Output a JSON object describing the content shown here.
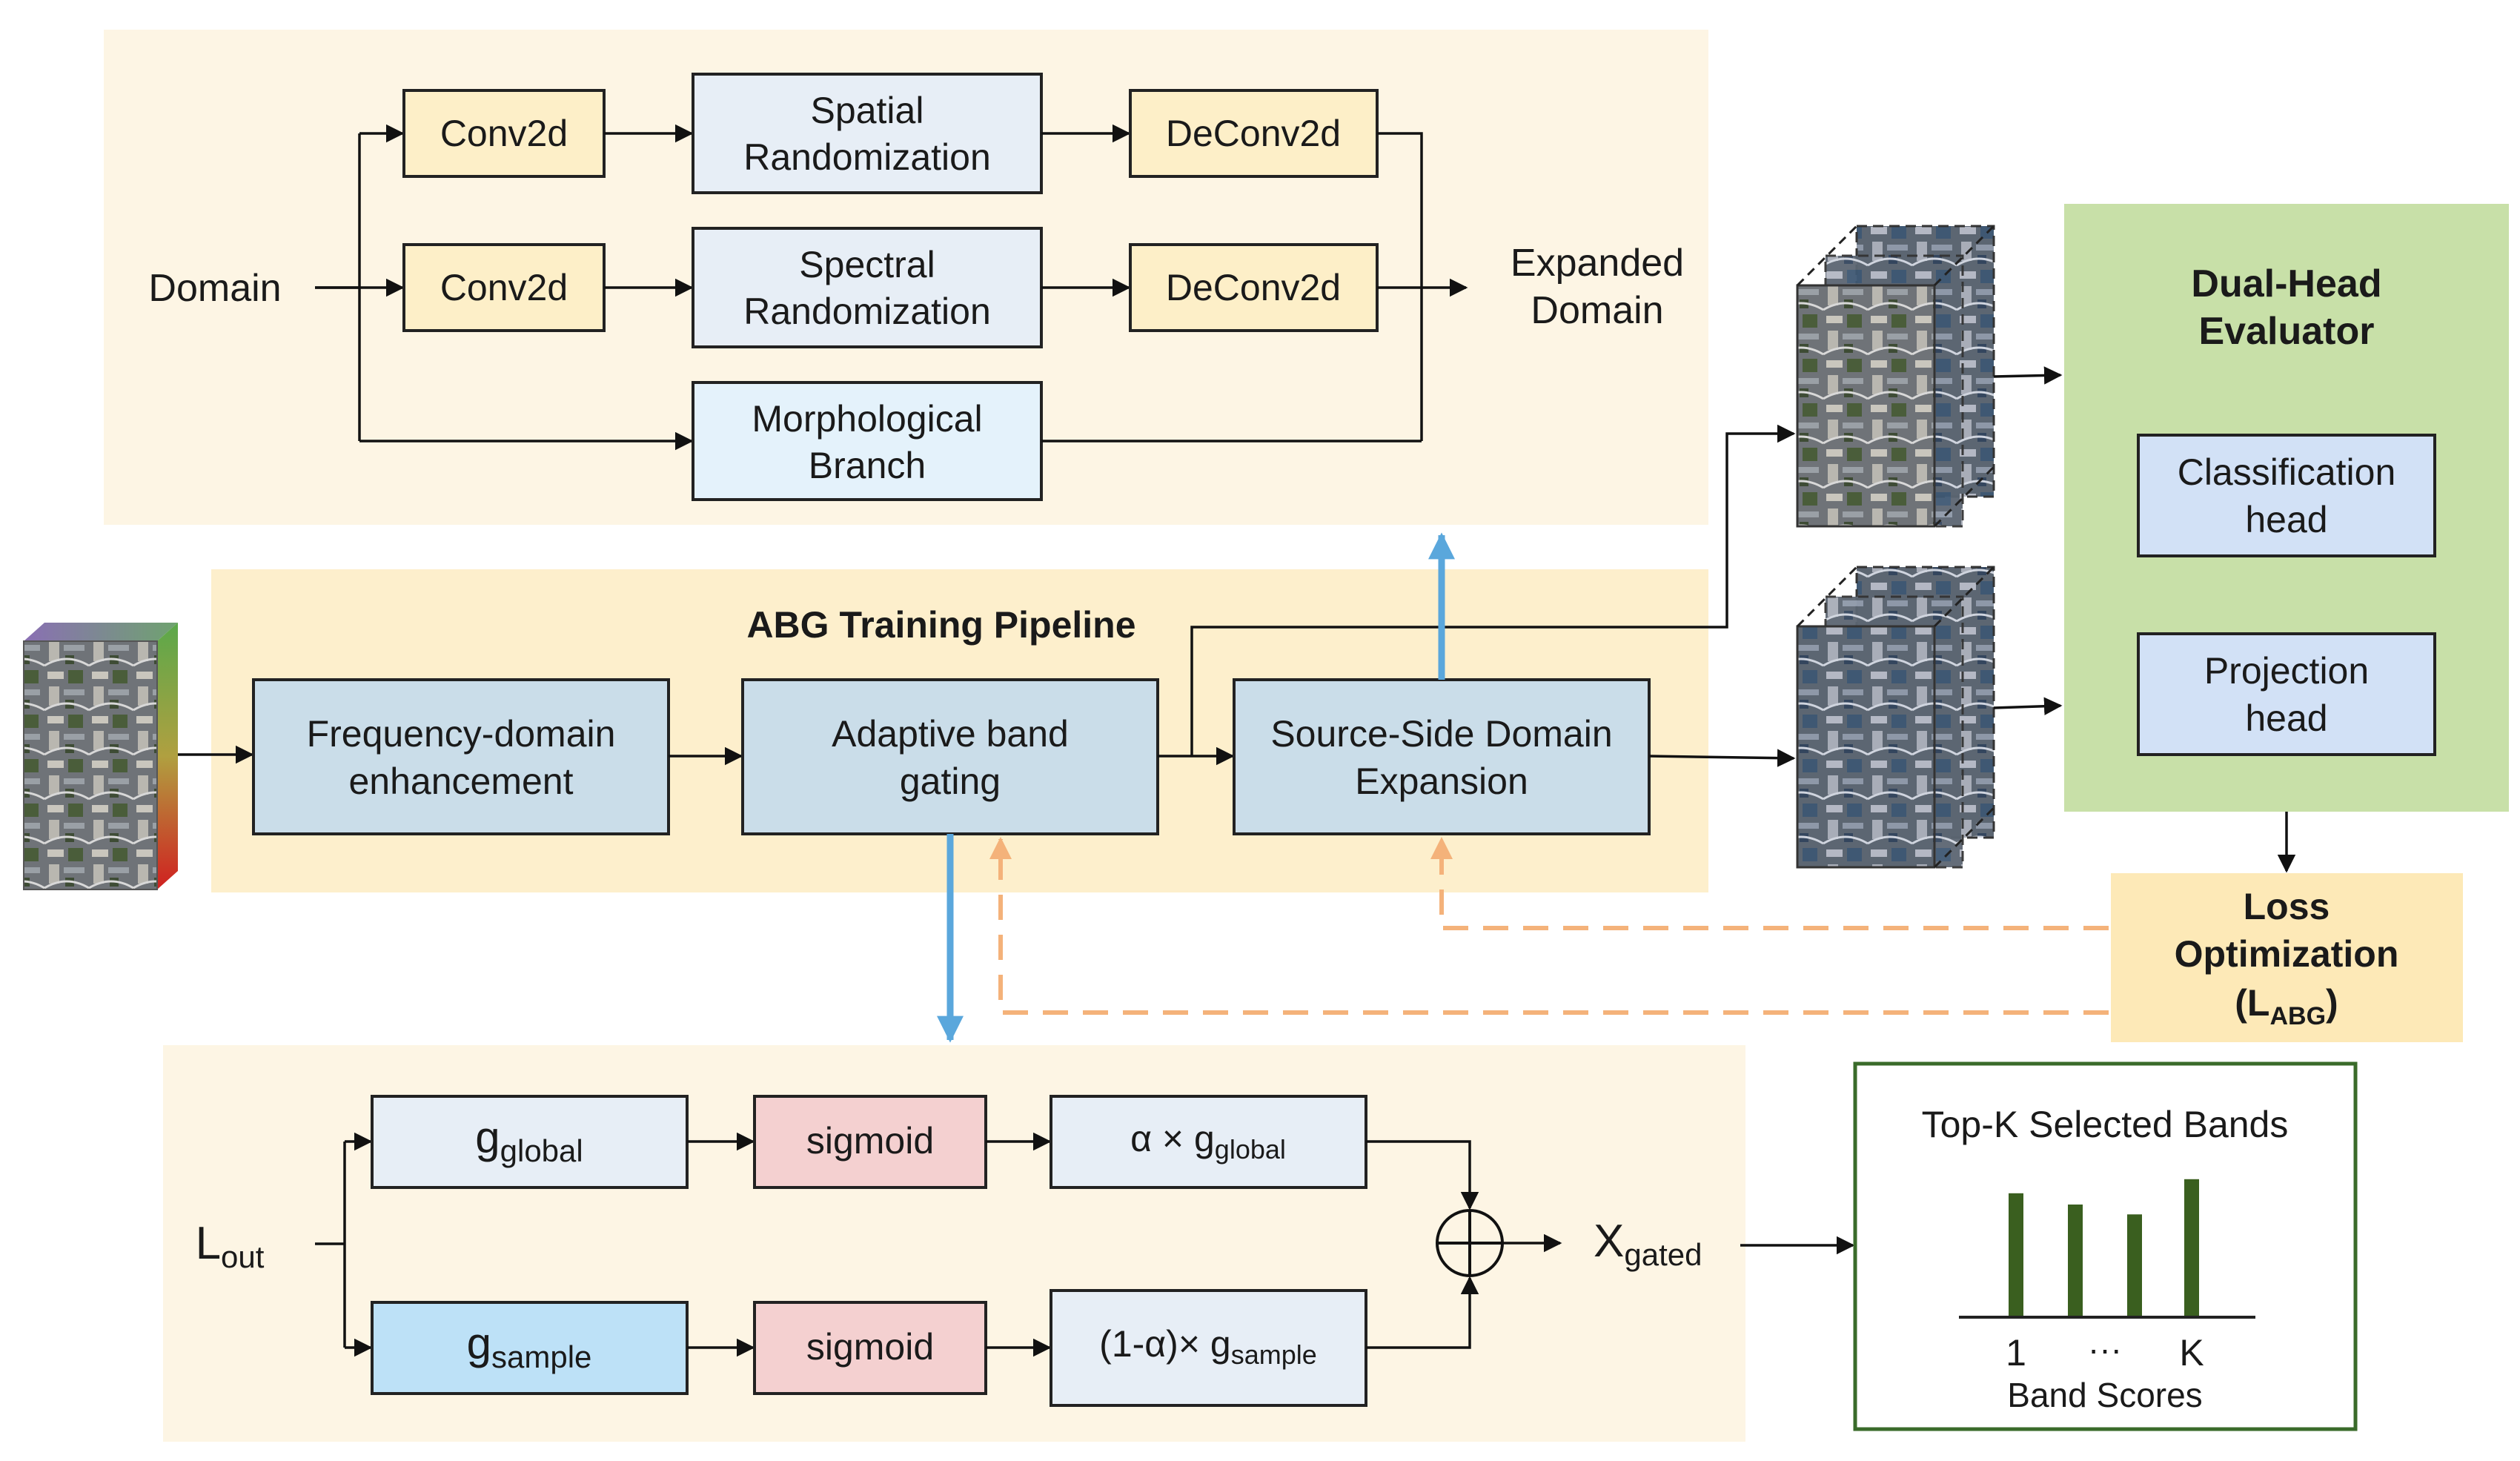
{
  "colors": {
    "panel_top": "#fdf5e4",
    "panel_pipeline": "#fdefcc",
    "panel_bottom": "#fdf5e4",
    "conv_fill": "#fdefc8",
    "rand_fill": "#e7eef6",
    "morph_fill": "#e4f2fb",
    "pipeline_box_fill": "#cadde9",
    "evaluator_fill": "#c8e0a8",
    "head_fill": "#d2e1f6",
    "loss_fill": "#fde9b7",
    "g_global_fill": "#e7eef6",
    "g_sample_fill": "#bde1f7",
    "sigmoid_fill": "#f4d0d0",
    "bar_color": "#3a5f1f",
    "band_frame": "#3a6b2a",
    "blue_arrow": "#5aa7dc",
    "orange_dashed": "#f4b27a"
  },
  "expansion": {
    "domain_label": "Domain",
    "conv_1": "Conv2d",
    "conv_2": "Conv2d",
    "spatial_line1": "Spatial",
    "spatial_line2": "Randomization",
    "spectral_line1": "Spectral",
    "spectral_line2": "Randomization",
    "morph_line1": "Morphological",
    "morph_line2": "Branch",
    "deconv_1": "DeConv2d",
    "deconv_2": "DeConv2d",
    "expanded_line1": "Expanded",
    "expanded_line2": "Domain"
  },
  "pipeline": {
    "title": "ABG Training Pipeline",
    "freq_line1": "Frequency-domain",
    "freq_line2": "enhancement",
    "gating_line1": "Adaptive band",
    "gating_line2": "gating",
    "ssde_line1": "Source-Side Domain",
    "ssde_line2": "Expansion"
  },
  "evaluator": {
    "title_line1": "Dual-Head",
    "title_line2": "Evaluator",
    "class_line1": "Classification",
    "class_line2": "head",
    "proj_line1": "Projection",
    "proj_line2": "head"
  },
  "loss": {
    "line1": "Loss",
    "line2": "Optimization",
    "formula_open": "(L",
    "formula_sub": "ABG",
    "formula_close": ")"
  },
  "gating_detail": {
    "input_main": "L",
    "input_sub": "out",
    "g_global_main": "g",
    "g_global_sub": "global",
    "g_sample_main": "g",
    "g_sample_sub": "sample",
    "sigmoid_1": "sigmoid",
    "sigmoid_2": "sigmoid",
    "alpha_main": "α × g",
    "alpha_sub": "global",
    "one_minus_main": "(1-α)× g",
    "one_minus_sub": "sample",
    "output_main": "X",
    "output_sub": "gated"
  },
  "bands": {
    "title": "Top-K Selected Bands",
    "tick_first": "1",
    "tick_mid": "···",
    "tick_last": "K",
    "xlabel": "Band Scores",
    "scores": [
      0.88,
      0.8,
      0.73,
      0.98
    ]
  }
}
